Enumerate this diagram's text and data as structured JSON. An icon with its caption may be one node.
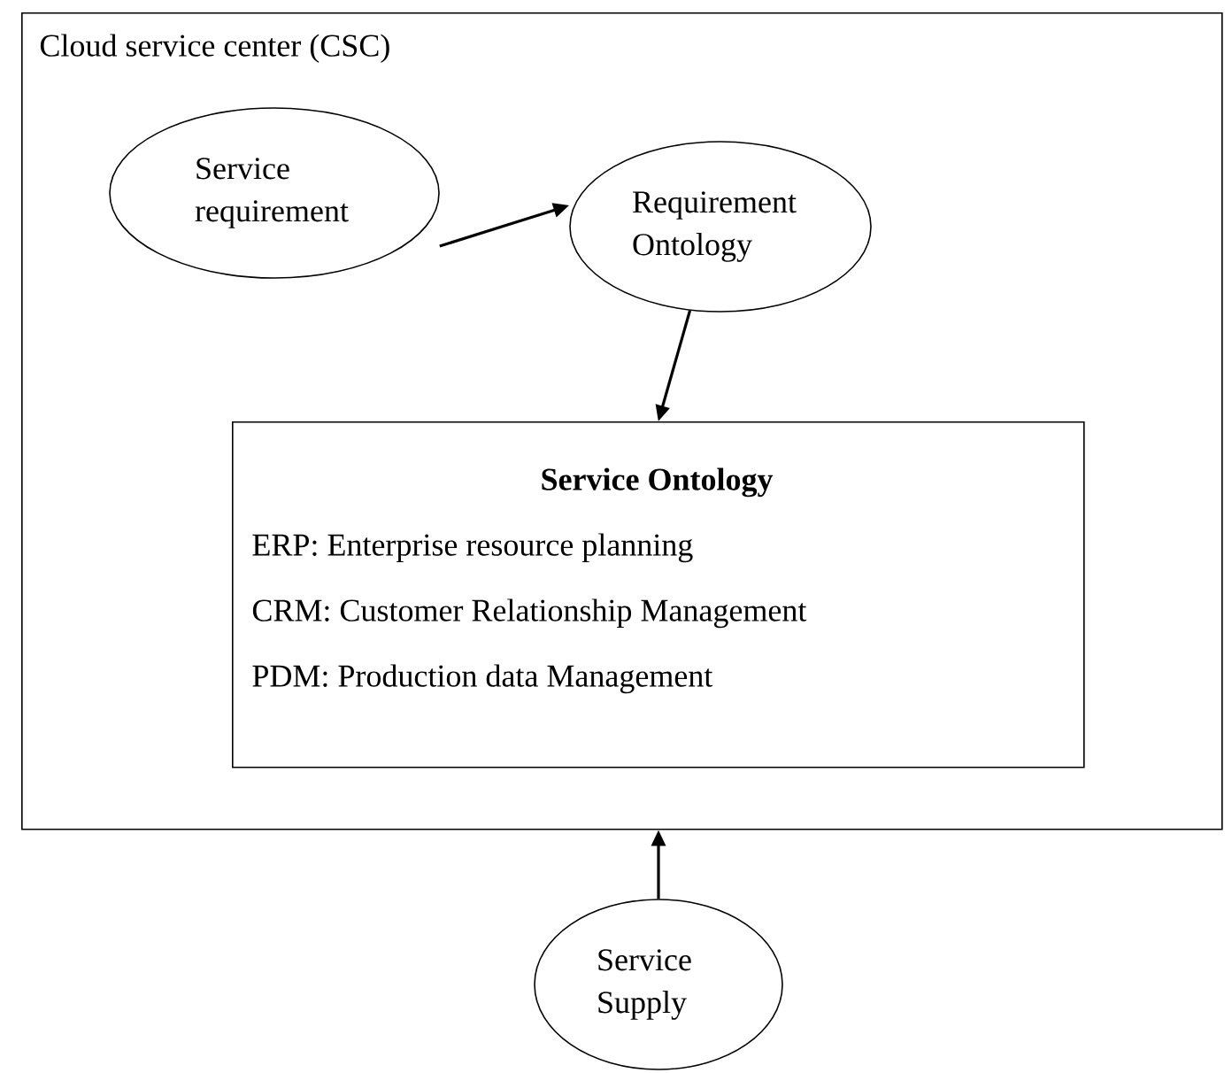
{
  "diagram": {
    "nodes": [
      {
        "text": [
          "Cloud service center (CSC)"
        ]
      },
      {
        "text": [
          "Service requirement"
        ],
        "in": 0
      },
      {
        "text": [
          "Requirement Ontology"
        ],
        "in": 0
      },
      {
        "text": [
          "Service Ontology",
          "ERP: Enterprise resource planning",
          "CRM: Customer Relationship Management",
          "PDM: Production data Management"
        ],
        "in": 0
      },
      {
        "text": [
          "Service Supply"
        ]
      }
    ],
    "edges": [
      {
        "from": 1,
        "to": 2,
        "arrow": "to"
      },
      {
        "from": 2,
        "to": 3,
        "arrow": "to"
      },
      {
        "from": 4,
        "to": 0,
        "arrow": "to"
      }
    ]
  }
}
